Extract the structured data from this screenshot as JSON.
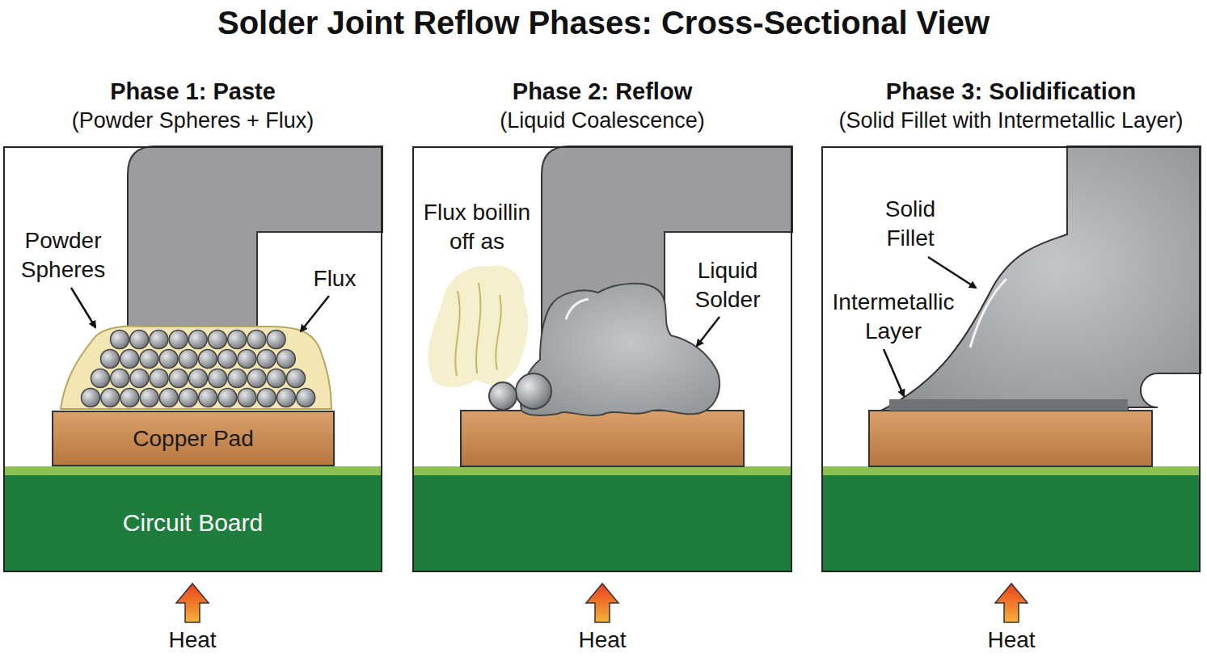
{
  "diagram": {
    "title": "Solder Joint Reflow Phases: Cross-Sectional View",
    "nodes": [
      {
        "text": [
          "Phase 1: Paste",
          "(Powder Spheres + Flux)"
        ]
      },
      {
        "text": [
          "Copper Pad"
        ],
        "in": 0
      },
      {
        "text": [
          "Circuit Board"
        ],
        "in": 0
      },
      {
        "text": [
          "Phase 2: Reflow",
          "(Liquid Coalescence)"
        ]
      },
      {
        "text": [
          "Phase 3: Solidification",
          "(Solid Fillet with Intermetallic Layer)"
        ]
      }
    ],
    "labels": [
      "Powder Spheres",
      "Flux",
      "Flux boillin off as",
      "Liquid Solder",
      "Solid Fillet",
      "Intermetallic Layer",
      "Heat",
      "Heat",
      "Heat"
    ]
  }
}
